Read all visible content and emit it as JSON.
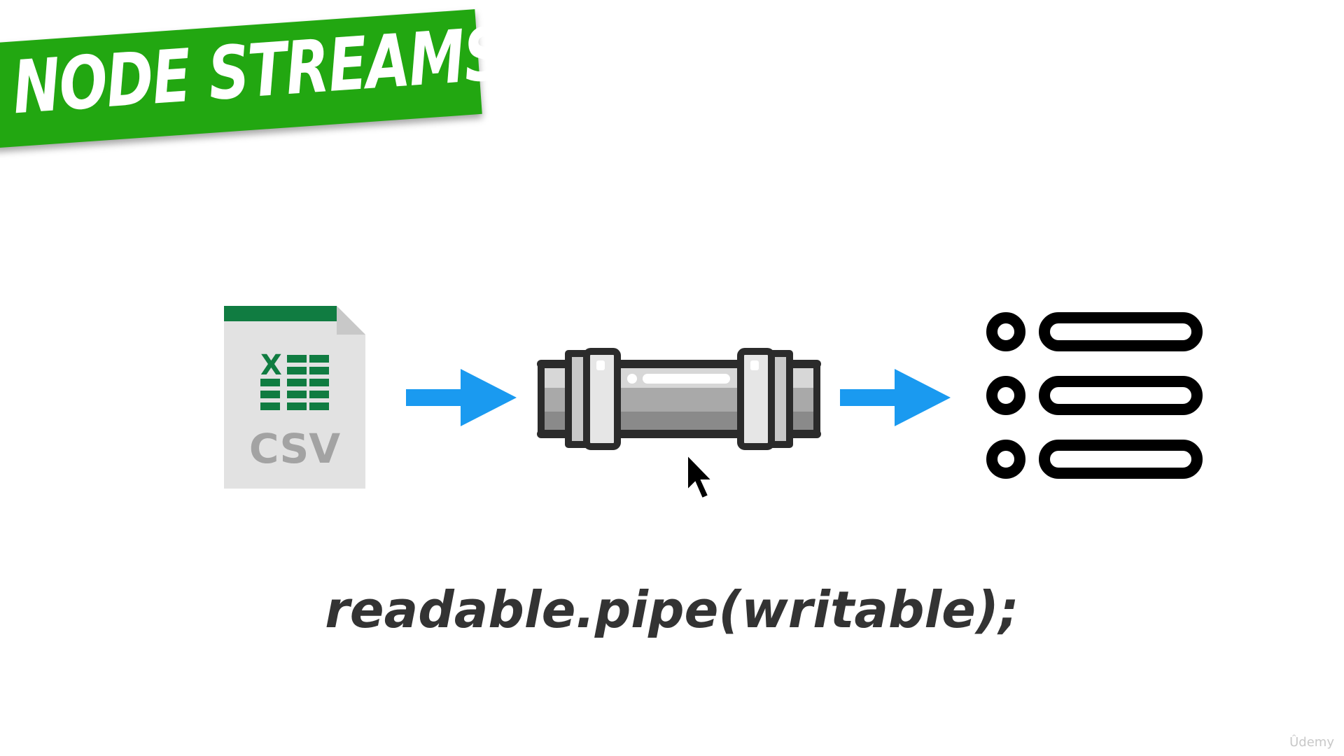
{
  "banner": {
    "title": "NODE STREAMS",
    "color": "#22a711"
  },
  "diagram": {
    "source": {
      "icon": "csv-file-icon",
      "sheet_letter": "X",
      "label": "CSV"
    },
    "arrow_color": "#1a9af0",
    "pipe": {
      "icon": "pipe-icon"
    },
    "destination": {
      "icon": "list-icon"
    }
  },
  "code": {
    "text": "readable.pipe(writable);"
  },
  "watermark": {
    "text": "Ûdemy"
  }
}
